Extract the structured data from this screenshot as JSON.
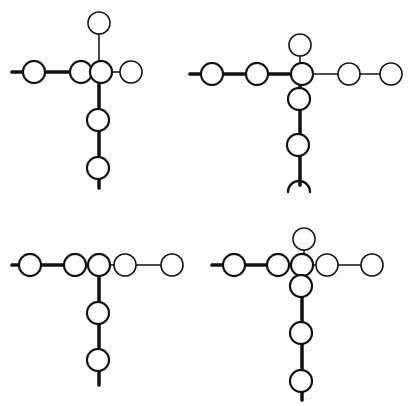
{
  "colors": {
    "background": "#ffffff",
    "ink": "#111111"
  },
  "diagrams": [
    {
      "name": "top-left",
      "beads": 8,
      "chain_segments": [
        "thick-left",
        "thick-down",
        "thin-up",
        "thin-right"
      ]
    },
    {
      "name": "top-right",
      "beads": 9,
      "chain_segments": [
        "thick-left",
        "thick-down",
        "thin-up",
        "thin-right",
        "open-end"
      ]
    },
    {
      "name": "bottom-left",
      "beads": 8,
      "chain_segments": [
        "thick-left",
        "thick-down",
        "thin-right"
      ]
    },
    {
      "name": "bottom-right",
      "beads": 9,
      "chain_segments": [
        "thick-left",
        "thick-down",
        "thin-up",
        "thin-right"
      ]
    }
  ]
}
